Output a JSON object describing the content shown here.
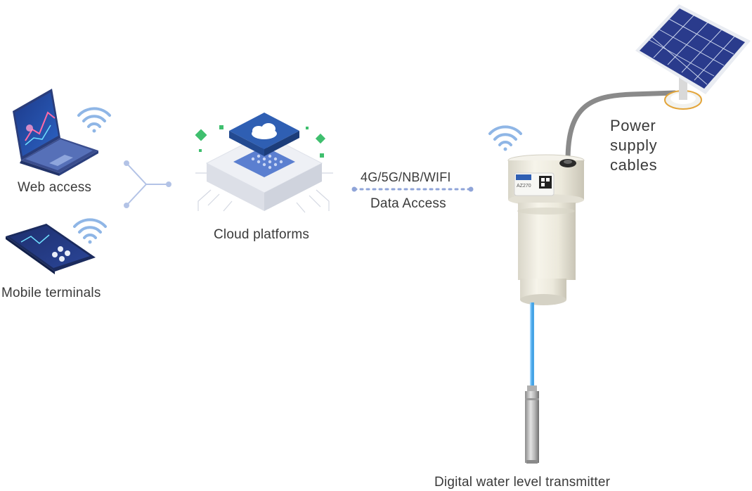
{
  "nodes": {
    "web_access": {
      "label": "Web access"
    },
    "mobile_terminals": {
      "label": "Mobile terminals"
    },
    "cloud_platforms": {
      "label": "Cloud platforms"
    },
    "transmitter": {
      "label": "Digital water level transmitter",
      "model": "AZ270"
    },
    "power": {
      "label_lines": [
        "Power",
        "supply",
        "cables"
      ]
    }
  },
  "link": {
    "protocols": "4G/5G/NB/WIFI",
    "caption": "Data Access"
  },
  "colors": {
    "accent_blue": "#2f5fb3",
    "wifi_blue": "#8fb6e6",
    "cable_blue": "#47a5e6",
    "green": "#3fbf6e",
    "connector": "#b3c3e6"
  },
  "icons": [
    "laptop-icon",
    "phone-icon",
    "wifi-icon",
    "cloud-server-icon",
    "solar-panel-icon",
    "sensor-probe-icon"
  ]
}
